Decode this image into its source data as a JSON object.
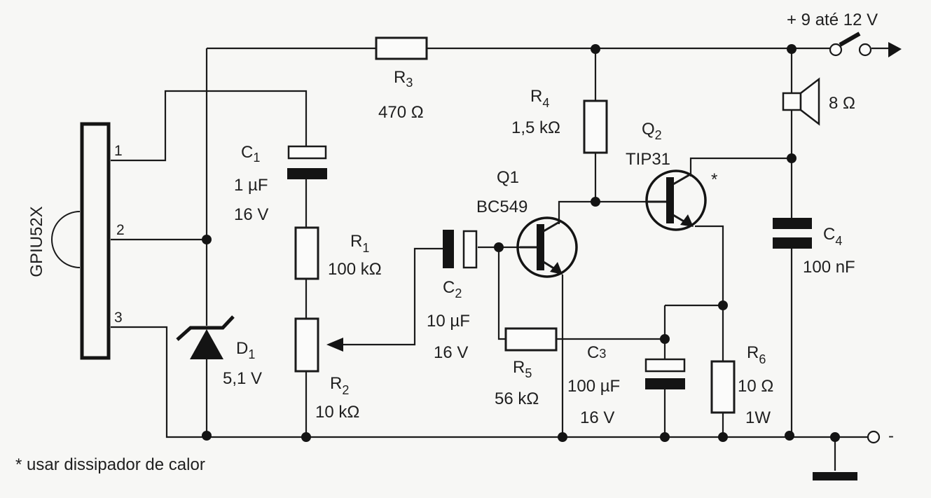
{
  "supply": {
    "label": "+ 9 até 12 V",
    "negative_label": "-"
  },
  "sensor": {
    "name": "GPIU52X",
    "pins": [
      "1",
      "2",
      "3"
    ]
  },
  "components": {
    "R1": {
      "ref": "R",
      "idx": "1",
      "value": "100 kΩ"
    },
    "R2": {
      "ref": "R",
      "idx": "2",
      "value": "10 kΩ"
    },
    "R3": {
      "ref": "R",
      "idx": "3",
      "value": "470 Ω"
    },
    "R4": {
      "ref": "R",
      "idx": "4",
      "value": "1,5 kΩ"
    },
    "R5": {
      "ref": "R",
      "idx": "5",
      "value": "56 kΩ"
    },
    "R6": {
      "ref": "R",
      "idx": "6",
      "value": "10 Ω",
      "power": "1W"
    },
    "C1": {
      "ref": "C",
      "idx": "1",
      "value": "1 µF",
      "voltage": "16 V"
    },
    "C2": {
      "ref": "C",
      "idx": "2",
      "value": "10 µF",
      "voltage": "16 V"
    },
    "C3": {
      "ref": "C",
      "idx": "3",
      "value": "100 µF",
      "voltage": "16 V"
    },
    "C4": {
      "ref": "C",
      "idx": "4",
      "value": "100 nF"
    },
    "D1": {
      "ref": "D",
      "idx": "1",
      "value": "5,1 V"
    },
    "Q1": {
      "ref": "Q1",
      "part": "BC549"
    },
    "Q2": {
      "ref": "Q",
      "idx": "2",
      "part": "TIP31",
      "mark": "*"
    },
    "SPK": {
      "value": "8 Ω"
    }
  },
  "footnote": "* usar dissipador de calor"
}
